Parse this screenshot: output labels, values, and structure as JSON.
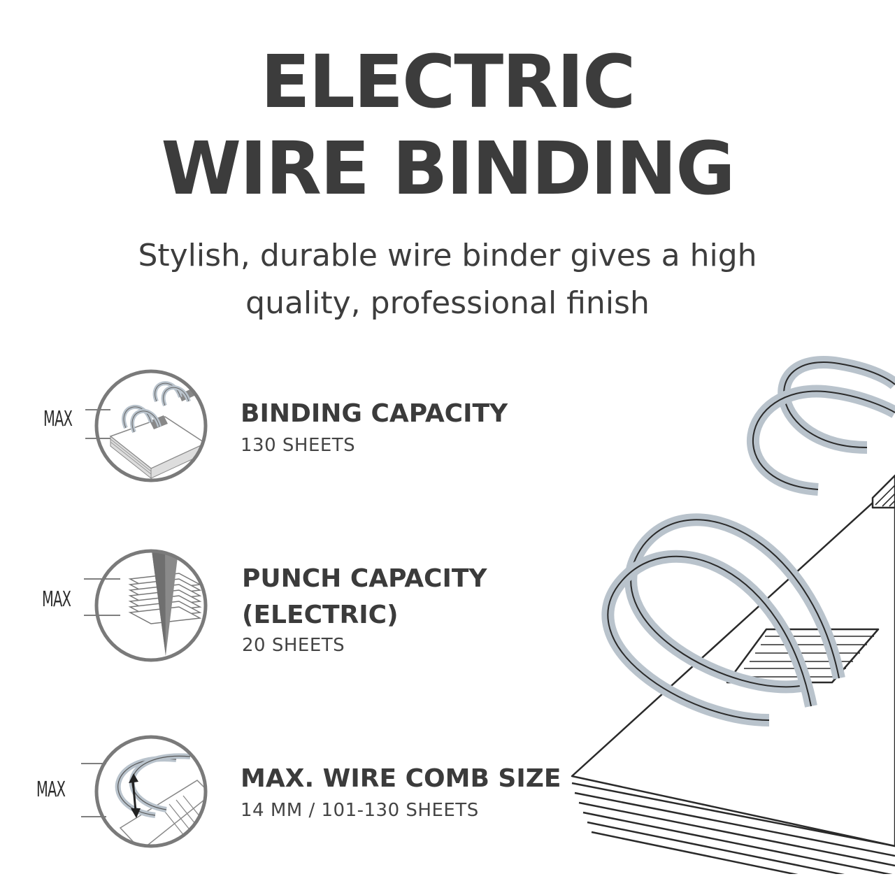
{
  "header": {
    "title_line1": "ELECTRIC",
    "title_line2": "WIRE BINDING",
    "subtitle_line1": "Stylish, durable wire binder gives a high",
    "subtitle_line2": "quality, professional finish"
  },
  "features": [
    {
      "max_label": "MAX",
      "title_lines": [
        "BINDING CAPACITY"
      ],
      "value": "130 SHEETS"
    },
    {
      "max_label": "MAX",
      "title_lines": [
        "PUNCH CAPACITY",
        "(ELECTRIC)"
      ],
      "value": "20 SHEETS"
    },
    {
      "max_label": "MAX",
      "title_lines": [
        "MAX. WIRE COMB SIZE"
      ],
      "value": "14 MM / 101-130 SHEETS"
    }
  ],
  "colors": {
    "text_dark": "#3c3c3c",
    "icon_ring": "#7a7a7a",
    "wire": "#b9c3cc"
  }
}
